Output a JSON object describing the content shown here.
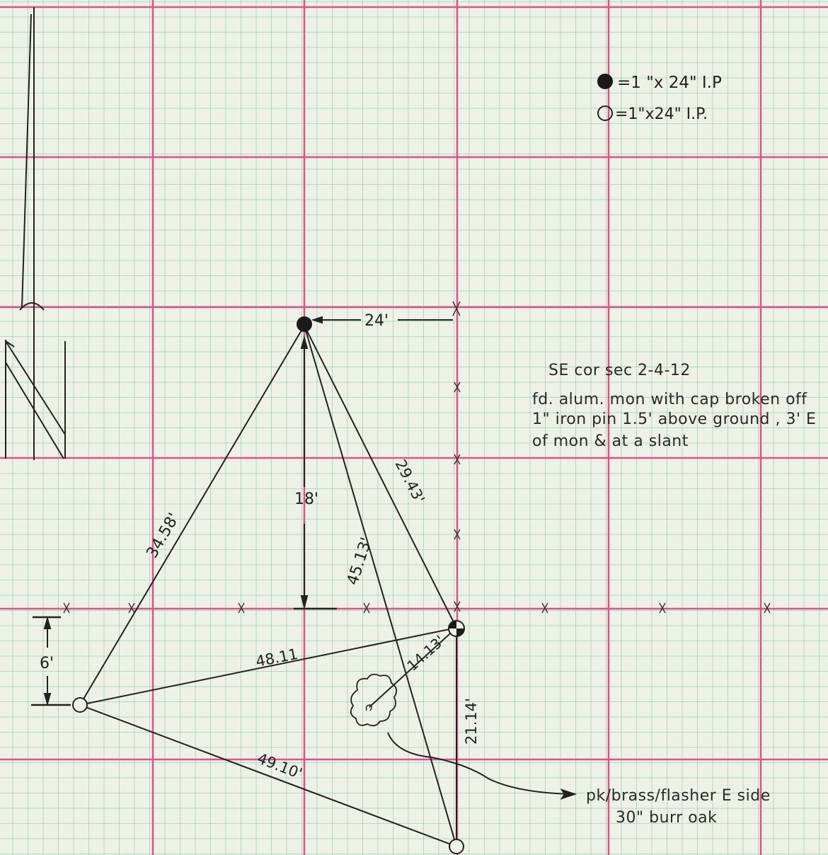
{
  "legend": {
    "filled_marker_label": "=1 \"x 24\" I.P",
    "open_marker_label": "=1\"x24\" I.P."
  },
  "notes": {
    "title": "SE cor sec 2-4-12",
    "lines": [
      "fd. alum. mon with cap broken off",
      "1\" iron pin 1.5' above ground , 3' E",
      "of mon & at a slant"
    ]
  },
  "tree_note": {
    "line1": "pk/brass/flasher E side",
    "line2": "30\" burr oak"
  },
  "measurements": {
    "top_width": "24'",
    "vertical_offset": "18'",
    "left_offset": "6'",
    "line_left_to_top": "34.58'",
    "line_top_to_corner": "29.43'",
    "line_top_to_bottom": "45.13'",
    "line_left_to_corner": "48.11",
    "line_left_to_bottom": "49.10'",
    "line_tree_to_corner": "14.13'",
    "line_corner_to_bottom": "21.14'"
  },
  "colors": {
    "paper": "#eef1e6",
    "grid_minor": "#8fd4b8",
    "grid_major": "#e0508a",
    "ink": "#222222"
  },
  "icons": {
    "filled_marker": "filled-circle-iron-pipe",
    "open_marker": "open-circle-iron-pipe",
    "corner_marker": "quartered-circle-monument",
    "tree": "tree-canopy",
    "north_arrow": "north-arrow"
  }
}
